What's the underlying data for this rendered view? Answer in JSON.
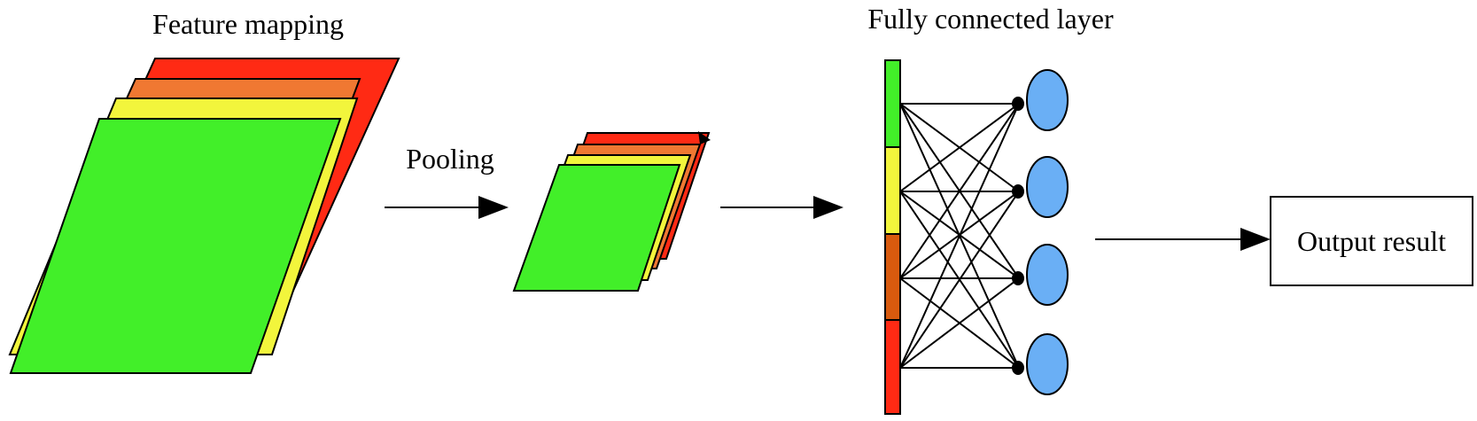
{
  "labels": {
    "feature_mapping": "Feature mapping",
    "pooling": "Pooling",
    "fully_connected": "Fully connected layer",
    "output": "Output result"
  },
  "colors": {
    "red": "#ff2a14",
    "orange": "#f07832",
    "yellow": "#f2f53c",
    "green": "#42ef29",
    "fc_green": "#42ef29",
    "fc_yellow": "#f2f53c",
    "fc_brown": "#d85a0e",
    "fc_red": "#ff2a14",
    "node": "#6aaff5"
  },
  "layers": {
    "feature_map_stack": [
      "red",
      "orange",
      "yellow",
      "green"
    ],
    "pooled_stack": [
      "red",
      "orange",
      "yellow",
      "green"
    ],
    "fc_segments": [
      "fc_green",
      "fc_yellow",
      "fc_brown",
      "fc_red"
    ],
    "output_nodes": 4
  }
}
